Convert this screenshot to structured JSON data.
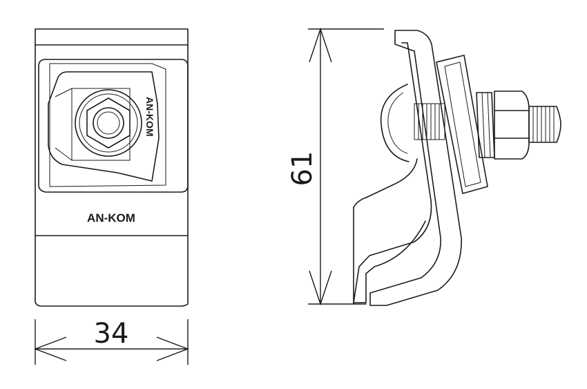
{
  "dimensions": {
    "width_label": "34",
    "height_label": "61"
  },
  "brand": {
    "front_label": "AN-KOM",
    "vertical_label": "AN-KOM"
  }
}
